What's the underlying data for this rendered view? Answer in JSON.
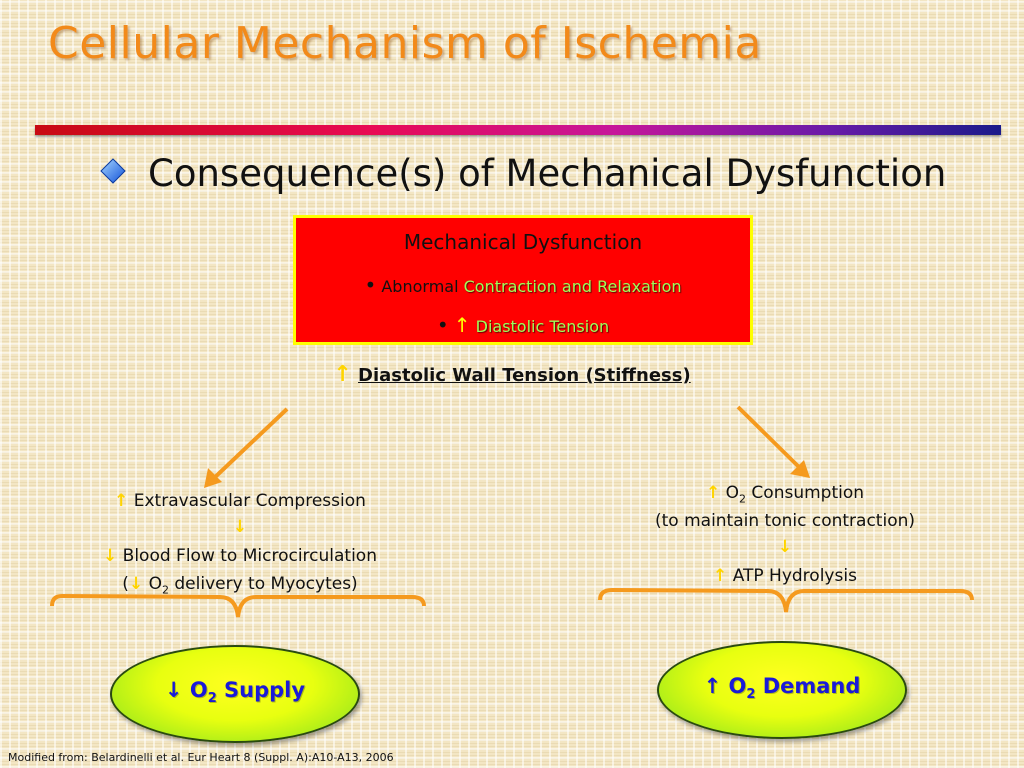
{
  "title": "Cellular Mechanism of Ischemia",
  "heading": "Consequence(s) of Mechanical Dysfunction",
  "box": {
    "title": "Mechanical Dysfunction",
    "bullet": "•",
    "item1_prefix": "Abnormal",
    "item1_rest": "Contraction and Relaxation",
    "item2_arrow": "↑",
    "item2_text": "Diastolic Tension"
  },
  "wall_tension": {
    "arrow": "↑",
    "text": "Diastolic Wall Tension (Stiffness)"
  },
  "left_chain": {
    "line1_arrow": "↑",
    "line1_text": "Extravascular Compression",
    "down_arrow": "↓",
    "line2_arrow": "↓",
    "line2_text": "Blood Flow to Microcirculation",
    "line3_open": "(",
    "line3_arrow": "↓",
    "line3_o": "O",
    "line3_sub": "2",
    "line3_text": "delivery to Myocytes)"
  },
  "right_chain": {
    "line1_arrow": "↑",
    "line1_o": "O",
    "line1_sub": "2",
    "line1_text": "Consumption",
    "line2_text": "(to maintain tonic contraction)",
    "down_arrow": "↓",
    "line3_arrow": "↑",
    "line3_text": "ATP Hydrolysis"
  },
  "left_result": {
    "arrow": "↓",
    "o": "O",
    "sub": "2",
    "text": "Supply"
  },
  "right_result": {
    "arrow": "↑",
    "o": "O",
    "sub": "2",
    "text": "Demand"
  },
  "footnote": "Modified from: Belardinelli et al. Eur Heart 8 (Suppl. A):A10-A13, 2006",
  "colors": {
    "title": "#f28a1a",
    "box_fill": "#ff0000",
    "box_border": "#ffff00",
    "arrows": "#f59a1e",
    "result_text": "#1a1ad8",
    "ellipse_fill": "#e8ff10"
  },
  "icons": [
    "diamond-bullet-icon",
    "arrow-left-down-icon",
    "arrow-right-down-icon",
    "left-brace-icon",
    "right-brace-icon"
  ]
}
